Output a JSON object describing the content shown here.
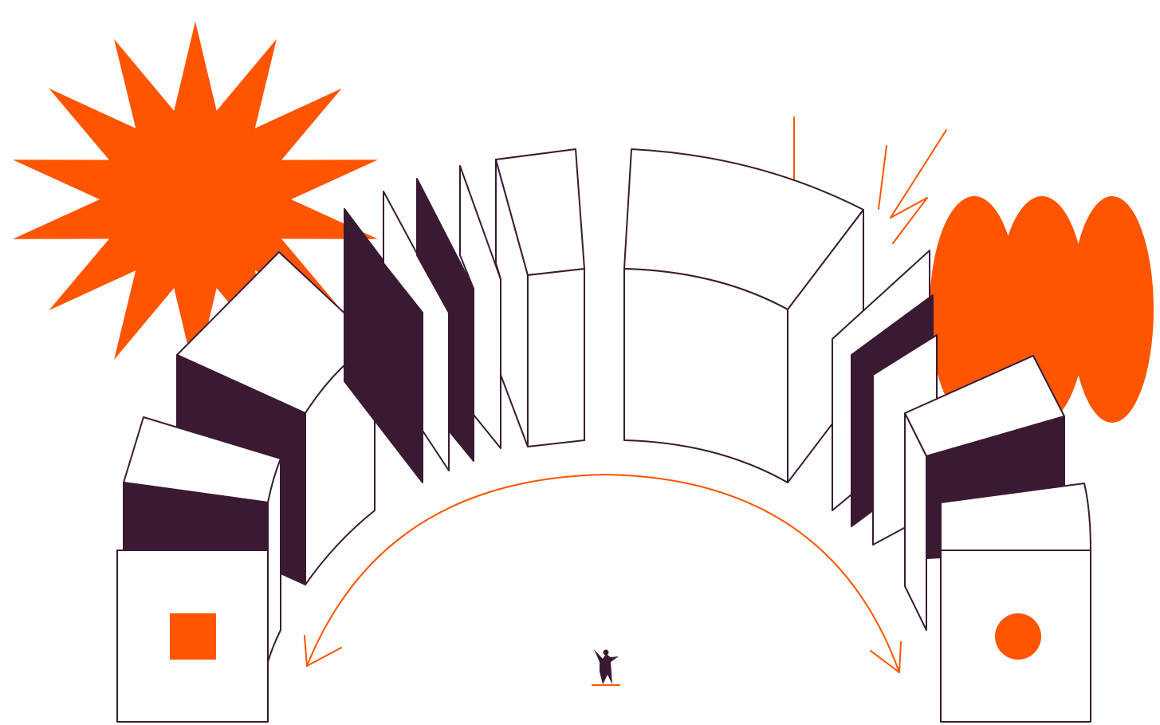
{
  "colors": {
    "accent": "#FF5500",
    "ink": "#3A1A33",
    "background": "#FFFFFF"
  },
  "icons": [
    "starburst",
    "tall-ellipses",
    "square-mark",
    "circle-mark",
    "curved-arrow",
    "person-figure"
  ]
}
